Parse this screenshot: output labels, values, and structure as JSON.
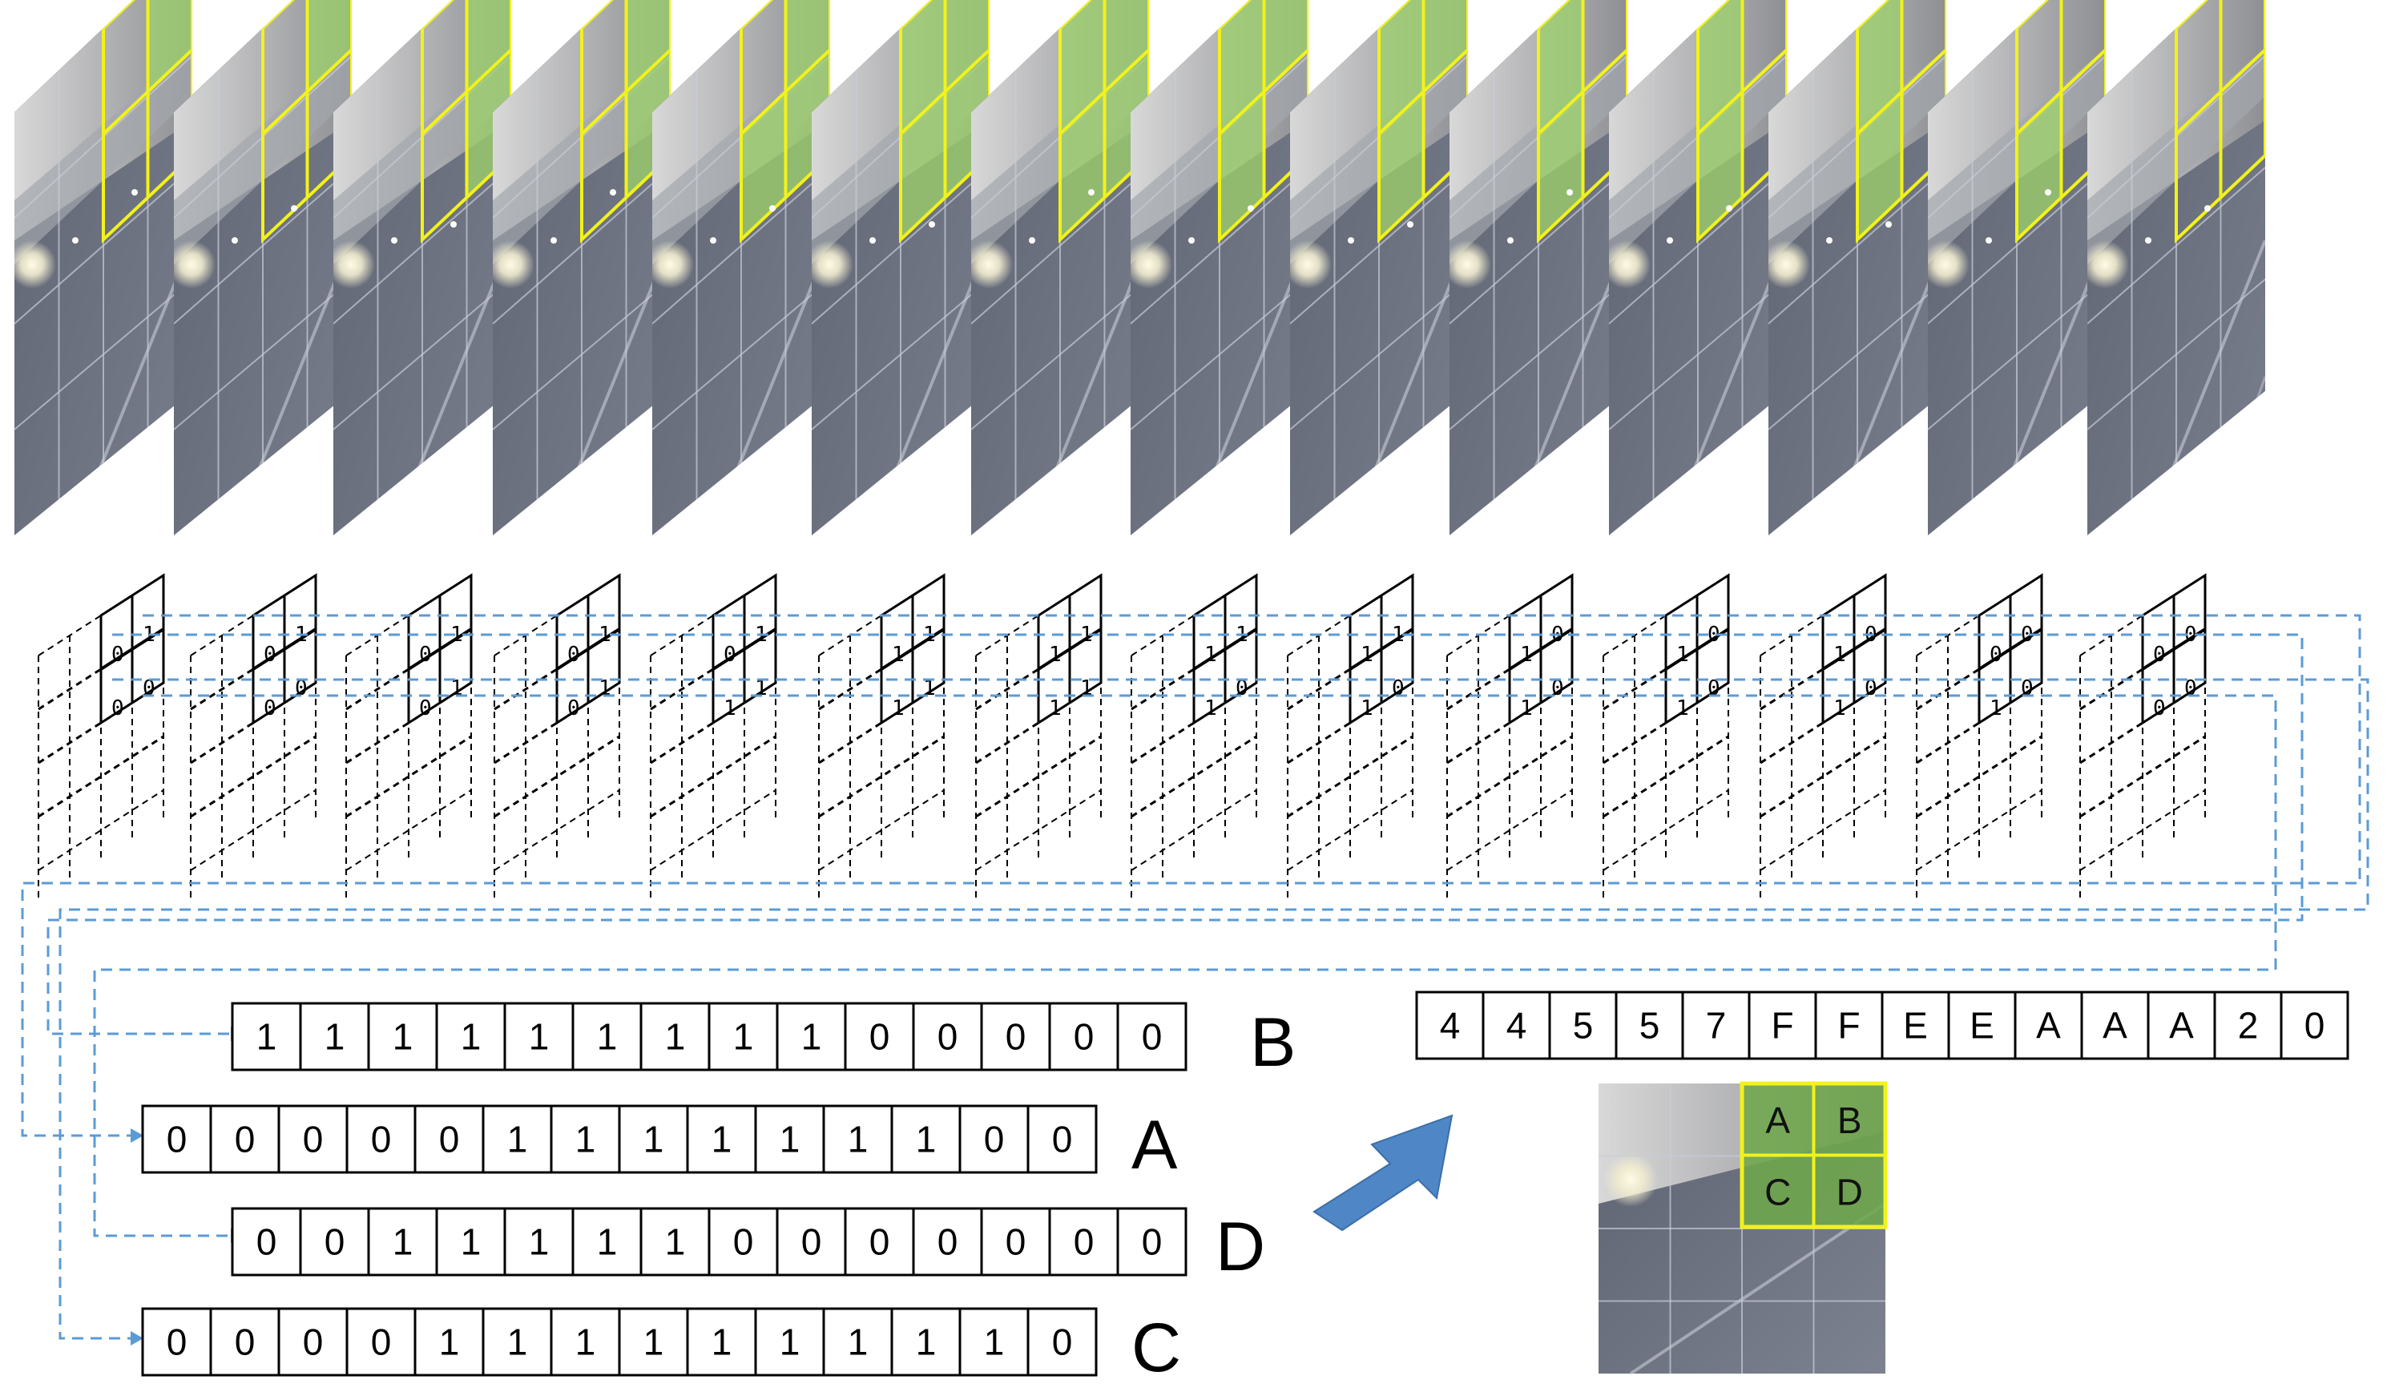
{
  "frames": {
    "count": 14,
    "note_cells": [
      "A",
      "B",
      "C",
      "D"
    ],
    "colors": {
      "highlight": "#9ed36a",
      "outline": "#f2f21a",
      "road": "#6f7483",
      "building": "#c9c9c9"
    }
  },
  "bit_frames": [
    {
      "A": "0",
      "B": "1",
      "C": "0",
      "D": "0"
    },
    {
      "A": "0",
      "B": "1",
      "C": "0",
      "D": "0"
    },
    {
      "A": "0",
      "B": "1",
      "C": "0",
      "D": "1"
    },
    {
      "A": "0",
      "B": "1",
      "C": "0",
      "D": "1"
    },
    {
      "A": "0",
      "B": "1",
      "C": "1",
      "D": "1"
    },
    {
      "A": "1",
      "B": "1",
      "C": "1",
      "D": "1"
    },
    {
      "A": "1",
      "B": "1",
      "C": "1",
      "D": "1"
    },
    {
      "A": "1",
      "B": "1",
      "C": "1",
      "D": "0"
    },
    {
      "A": "1",
      "B": "1",
      "C": "1",
      "D": "0"
    },
    {
      "A": "1",
      "B": "0",
      "C": "1",
      "D": "0"
    },
    {
      "A": "1",
      "B": "0",
      "C": "1",
      "D": "0"
    },
    {
      "A": "1",
      "B": "0",
      "C": "1",
      "D": "0"
    },
    {
      "A": "0",
      "B": "0",
      "C": "1",
      "D": "0"
    },
    {
      "A": "0",
      "B": "0",
      "C": "0",
      "D": "0"
    }
  ],
  "sequences": [
    {
      "label": "B",
      "values": [
        "1",
        "1",
        "1",
        "1",
        "1",
        "1",
        "1",
        "1",
        "1",
        "0",
        "0",
        "0",
        "0",
        "0"
      ]
    },
    {
      "label": "A",
      "values": [
        "0",
        "0",
        "0",
        "0",
        "0",
        "1",
        "1",
        "1",
        "1",
        "1",
        "1",
        "1",
        "0",
        "0"
      ]
    },
    {
      "label": "D",
      "values": [
        "0",
        "0",
        "1",
        "1",
        "1",
        "1",
        "1",
        "0",
        "0",
        "0",
        "0",
        "0",
        "0",
        "0"
      ]
    },
    {
      "label": "C",
      "values": [
        "0",
        "0",
        "0",
        "0",
        "1",
        "1",
        "1",
        "1",
        "1",
        "1",
        "1",
        "1",
        "1",
        "0"
      ]
    }
  ],
  "hex_code": [
    "4",
    "4",
    "5",
    "5",
    "7",
    "F",
    "F",
    "E",
    "E",
    "A",
    "A",
    "A",
    "2",
    "0"
  ],
  "region_labels": [
    "A",
    "B",
    "C",
    "D"
  ],
  "arrow_color": "#4f86c6",
  "dash_color": "#5b9bd5"
}
